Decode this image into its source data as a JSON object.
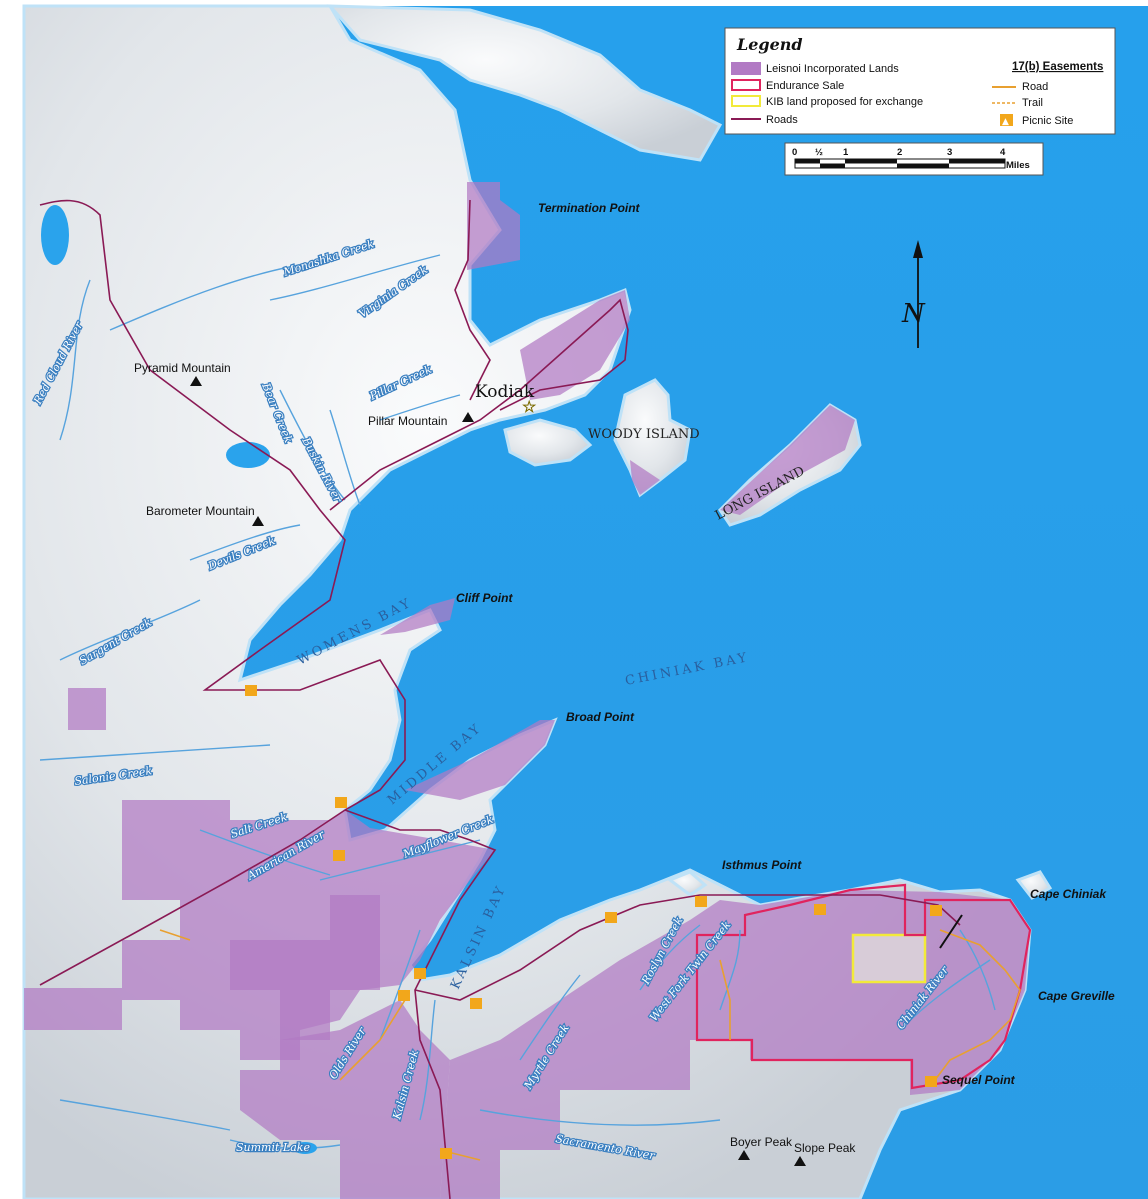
{
  "legend": {
    "title": "Legend",
    "items": [
      {
        "label": "Leisnoi Incorporated Lands",
        "swatch": "#b27ac4"
      },
      {
        "label": "Endurance Sale",
        "swatch": "#e0245e"
      },
      {
        "label": "KIB land proposed for exchange",
        "swatch": "#f2ea3a"
      },
      {
        "label": "Roads",
        "swatch": "#8a1a55"
      }
    ],
    "easements_title": "17(b) Easements",
    "easements": [
      {
        "label": "Road",
        "color": "#e8a030"
      },
      {
        "label": "Trail",
        "color": "#e8a030"
      },
      {
        "label": "Picnic Site",
        "color": "#f2a71b"
      }
    ]
  },
  "scale_bar": {
    "ticks": [
      "0",
      "½",
      "1",
      "2",
      "3",
      "4"
    ],
    "unit": "Miles"
  },
  "north_arrow": {
    "letter": "N"
  },
  "colors": {
    "water": "#2aa3ec",
    "land": "#e9ecef",
    "leisnoi": "#b27ac4",
    "road": "#8a1a55",
    "endurance": "#e0245e",
    "kib": "#f2ea3a",
    "picnic": "#f2a71b"
  },
  "places": {
    "kodiak": "Kodiak",
    "termination_point": "Termination Point",
    "pyramid_mountain": "Pyramid Mountain",
    "pillar_mountain": "Pillar Mountain",
    "barometer_mountain": "Barometer Mountain",
    "woody_island": "WOODY ISLAND",
    "long_island": "LONG ISLAND",
    "cliff_point": "Cliff Point",
    "broad_point": "Broad Point",
    "isthmus_point": "Isthmus Point",
    "cape_chiniak": "Cape Chiniak",
    "cape_greville": "Cape Greville",
    "sequel_point": "Sequel Point",
    "boyer_peak": "Boyer Peak",
    "slope_peak": "Slope Peak",
    "summit_lake": "Summit Lake"
  },
  "water": {
    "chiniak_bay": "CHINIAK BAY",
    "womens_bay": "WOMENS BAY",
    "middle_bay": "MIDDLE BAY",
    "kalsin_bay": "KALSIN BAY"
  },
  "streams": {
    "red_cloud_river": "Red Cloud River",
    "monashka_creek": "Monashka Creek",
    "virginia_creek": "Virginia Creek",
    "bear_creek": "Bear Creek",
    "buskin_river": "Buskin River",
    "pillar_creek": "Pillar Creek",
    "devils_creek": "Devils Creek",
    "sargent_creek": "Sargent Creek",
    "salonie_creek": "Salonie Creek",
    "salt_creek": "Salt Creek",
    "american_river": "American River",
    "mayflower_creek": "Mayflower Creek",
    "roslyn_creek": "Roslyn Creek",
    "west_fork_twin_creek": "West Fork Twin Creek",
    "chiniak_river": "Chiniak River",
    "myrtle_creek": "Myrtle Creek",
    "olds_river": "Olds River",
    "kalsin_creek": "Kalsin Creek",
    "sacramento_river": "Sacramento River"
  }
}
